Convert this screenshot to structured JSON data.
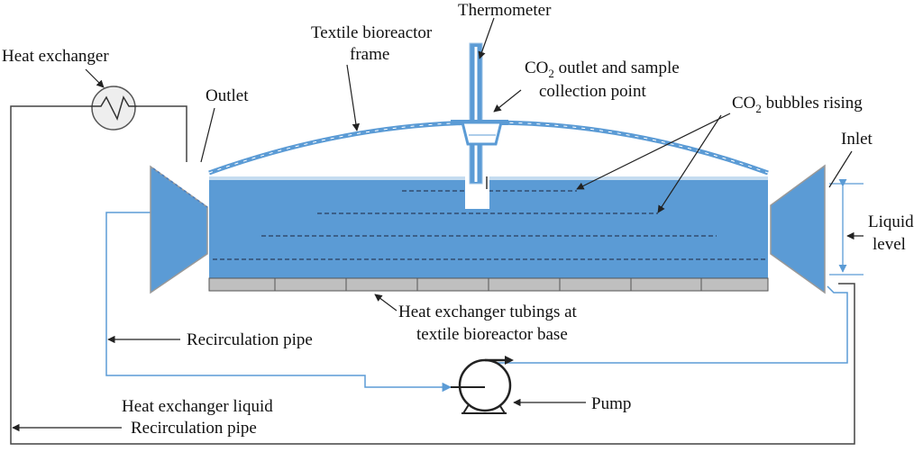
{
  "labels": {
    "heat_exchanger": "Heat exchanger",
    "outlet": "Outlet",
    "frame_line1": "Textile bioreactor",
    "frame_line2": "frame",
    "thermometer": "Thermometer",
    "co2_outlet_pre": "CO",
    "co2_outlet_sub": "2",
    "co2_outlet_post": " outlet and sample",
    "co2_outlet_line2": "collection point",
    "bubbles_pre": "CO",
    "bubbles_sub": "2",
    "bubbles_post": " bubbles rising",
    "inlet": "Inlet",
    "liquid_level_line1": "Liquid",
    "liquid_level_line2": "level",
    "tubings_line1": "Heat exchanger tubings at",
    "tubings_line2": "textile bioreactor base",
    "recirculation_pipe": "Recirculation pipe",
    "hx_liquid_line1": "Heat exchanger liquid",
    "hx_liquid_line2": "Recirculation pipe",
    "pump": "Pump"
  },
  "colors": {
    "water": "#5B9BD5",
    "water_dark": "#4A7FC0",
    "pipe_blue": "#5B9BD5",
    "dark_line": "#3A3A3A",
    "base_grey": "#BFBFBF"
  }
}
